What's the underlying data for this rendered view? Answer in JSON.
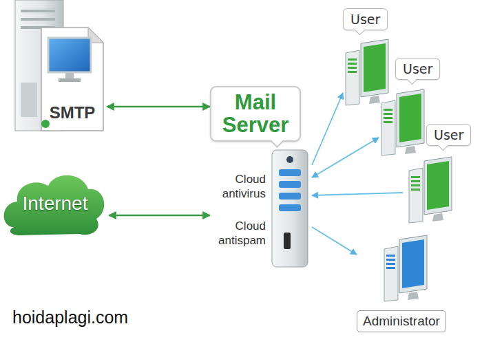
{
  "diagram": {
    "nodes": [
      {
        "text": [
          "SMTP"
        ]
      },
      {
        "text": [
          "User"
        ]
      },
      {
        "text": [
          "User"
        ]
      },
      {
        "text": [
          "Mail Server"
        ]
      },
      {
        "text": [
          "User"
        ]
      },
      {
        "text": [
          "Internet"
        ]
      },
      {
        "text": [
          "Administrator"
        ]
      }
    ],
    "edges": [
      {
        "from": 0,
        "to": 3,
        "arrow": "both"
      },
      {
        "from": 5,
        "to": 3,
        "arrow": "both"
      },
      {
        "from": 3,
        "to": 1,
        "arrow": "to"
      },
      {
        "from": 3,
        "to": 2,
        "arrow": "both"
      },
      {
        "from": 4,
        "to": 3,
        "arrow": "to"
      },
      {
        "from": 3,
        "to": 6,
        "arrow": "to"
      }
    ],
    "labels": [
      "Cloud antivirus",
      "Cloud antispam",
      "hoidaplagi.com"
    ]
  }
}
